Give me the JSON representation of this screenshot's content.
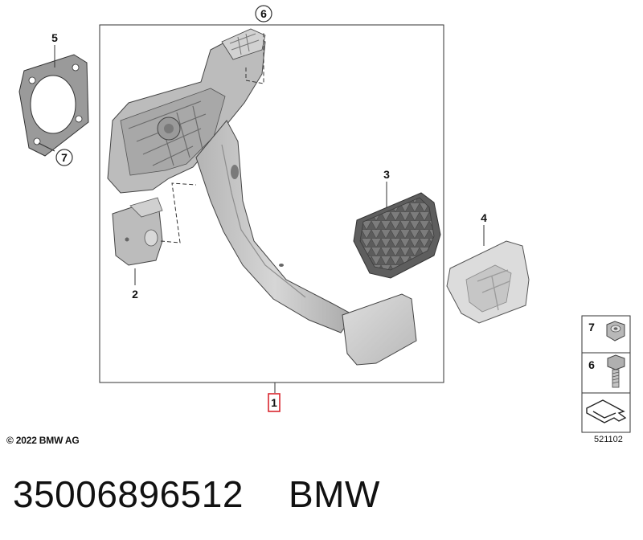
{
  "diagram": {
    "callouts": [
      {
        "id": "1",
        "label": "1",
        "highlighted": true,
        "highlight_color": "#d8262e"
      },
      {
        "id": "2",
        "label": "2"
      },
      {
        "id": "3",
        "label": "3"
      },
      {
        "id": "4",
        "label": "4"
      },
      {
        "id": "5",
        "label": "5"
      },
      {
        "id": "6",
        "label": "6",
        "circled": true
      },
      {
        "id": "7",
        "label": "7",
        "circled": true
      }
    ],
    "legend": {
      "items": [
        {
          "label": "7",
          "icon": "hex-nut-icon"
        },
        {
          "label": "6",
          "icon": "hex-bolt-icon"
        },
        {
          "label": "",
          "icon": "arrow-symbol-icon"
        }
      ],
      "diagram_id": "521102"
    },
    "copyright": "© 2022 BMW AG"
  },
  "footer": {
    "part_number": "35006896512",
    "brand": "BMW"
  },
  "colors": {
    "highlight": "#d8262e",
    "part_gray": "#c8c8c8",
    "outline": "#333333"
  }
}
